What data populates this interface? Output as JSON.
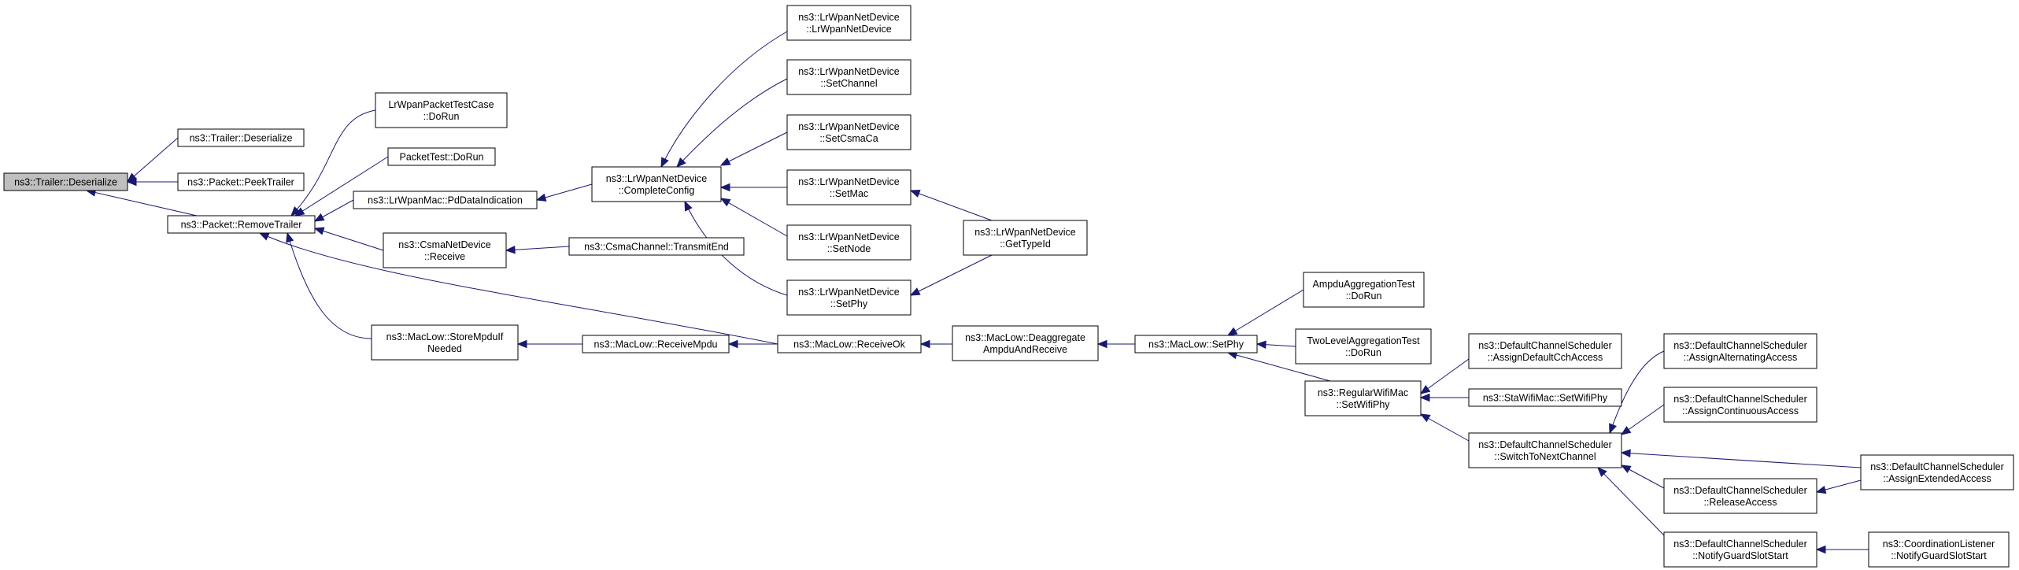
{
  "diagram": {
    "colors": {
      "edge": "#191970",
      "root_fill": "#bfbfbf",
      "node_fill": "#ffffff",
      "node_border": "#000000"
    },
    "nodes": [
      {
        "id": "n0",
        "lines": [
          "ns3::Trailer::Deserialize"
        ],
        "root": true
      },
      {
        "id": "n1",
        "lines": [
          "ns3::Trailer::Deserialize"
        ]
      },
      {
        "id": "n2",
        "lines": [
          "ns3::Packet::PeekTrailer"
        ]
      },
      {
        "id": "n3",
        "lines": [
          "ns3::Packet::RemoveTrailer"
        ]
      },
      {
        "id": "n4",
        "lines": [
          "LrWpanPacketTestCase",
          "::DoRun"
        ]
      },
      {
        "id": "n5",
        "lines": [
          "PacketTest::DoRun"
        ]
      },
      {
        "id": "n6",
        "lines": [
          "ns3::LrWpanMac::PdDataIndication"
        ]
      },
      {
        "id": "n7",
        "lines": [
          "ns3::CsmaNetDevice",
          "::Receive"
        ]
      },
      {
        "id": "n8",
        "lines": [
          "ns3::MacLow::StoreMpduIf",
          "Needed"
        ]
      },
      {
        "id": "n9",
        "lines": [
          "ns3::LrWpanNetDevice",
          "::CompleteConfig"
        ]
      },
      {
        "id": "n10",
        "lines": [
          "ns3::CsmaChannel::TransmitEnd"
        ]
      },
      {
        "id": "n11",
        "lines": [
          "ns3::MacLow::ReceiveMpdu"
        ]
      },
      {
        "id": "n12",
        "lines": [
          "ns3::LrWpanNetDevice",
          "::LrWpanNetDevice"
        ]
      },
      {
        "id": "n13",
        "lines": [
          "ns3::LrWpanNetDevice",
          "::SetChannel"
        ]
      },
      {
        "id": "n14",
        "lines": [
          "ns3::LrWpanNetDevice",
          "::SetCsmaCa"
        ]
      },
      {
        "id": "n15",
        "lines": [
          "ns3::LrWpanNetDevice",
          "::SetMac"
        ]
      },
      {
        "id": "n16",
        "lines": [
          "ns3::LrWpanNetDevice",
          "::SetNode"
        ]
      },
      {
        "id": "n17",
        "lines": [
          "ns3::LrWpanNetDevice",
          "::SetPhy"
        ]
      },
      {
        "id": "n18",
        "lines": [
          "ns3::MacLow::ReceiveOk"
        ]
      },
      {
        "id": "n19",
        "lines": [
          "ns3::LrWpanNetDevice",
          "::GetTypeId"
        ]
      },
      {
        "id": "n20",
        "lines": [
          "ns3::MacLow::Deaggregate",
          "AmpduAndReceive"
        ]
      },
      {
        "id": "n21",
        "lines": [
          "ns3::MacLow::SetPhy"
        ]
      },
      {
        "id": "n22",
        "lines": [
          "AmpduAggregationTest",
          "::DoRun"
        ]
      },
      {
        "id": "n23",
        "lines": [
          "TwoLevelAggregationTest",
          "::DoRun"
        ]
      },
      {
        "id": "n24",
        "lines": [
          "ns3::RegularWifiMac",
          "::SetWifiPhy"
        ]
      },
      {
        "id": "n25",
        "lines": [
          "ns3::DefaultChannelScheduler",
          "::AssignDefaultCchAccess"
        ]
      },
      {
        "id": "n26",
        "lines": [
          "ns3::StaWifiMac::SetWifiPhy"
        ]
      },
      {
        "id": "n27",
        "lines": [
          "ns3::DefaultChannelScheduler",
          "::SwitchToNextChannel"
        ]
      },
      {
        "id": "n28",
        "lines": [
          "ns3::DefaultChannelScheduler",
          "::AssignAlternatingAccess"
        ]
      },
      {
        "id": "n29",
        "lines": [
          "ns3::DefaultChannelScheduler",
          "::AssignContinuousAccess"
        ]
      },
      {
        "id": "n30",
        "lines": [
          "ns3::DefaultChannelScheduler",
          "::ReleaseAccess"
        ]
      },
      {
        "id": "n31",
        "lines": [
          "ns3::DefaultChannelScheduler",
          "::NotifyGuardSlotStart"
        ]
      },
      {
        "id": "n32",
        "lines": [
          "ns3::DefaultChannelScheduler",
          "::AssignExtendedAccess"
        ]
      },
      {
        "id": "n33",
        "lines": [
          "ns3::CoordinationListener",
          "::NotifyGuardSlotStart"
        ]
      }
    ],
    "edges": [
      {
        "from": "n1",
        "to": "n0"
      },
      {
        "from": "n2",
        "to": "n0"
      },
      {
        "from": "n3",
        "to": "n0"
      },
      {
        "from": "n4",
        "to": "n3"
      },
      {
        "from": "n5",
        "to": "n3"
      },
      {
        "from": "n6",
        "to": "n3"
      },
      {
        "from": "n7",
        "to": "n3"
      },
      {
        "from": "n8",
        "to": "n3"
      },
      {
        "from": "n18",
        "to": "n3"
      },
      {
        "from": "n9",
        "to": "n6"
      },
      {
        "from": "n10",
        "to": "n7"
      },
      {
        "from": "n11",
        "to": "n8"
      },
      {
        "from": "n18",
        "to": "n11"
      },
      {
        "from": "n12",
        "to": "n9"
      },
      {
        "from": "n13",
        "to": "n9"
      },
      {
        "from": "n14",
        "to": "n9"
      },
      {
        "from": "n15",
        "to": "n9"
      },
      {
        "from": "n16",
        "to": "n9"
      },
      {
        "from": "n17",
        "to": "n9"
      },
      {
        "from": "n19",
        "to": "n15"
      },
      {
        "from": "n19",
        "to": "n17"
      },
      {
        "from": "n20",
        "to": "n18"
      },
      {
        "from": "n21",
        "to": "n20"
      },
      {
        "from": "n22",
        "to": "n21"
      },
      {
        "from": "n23",
        "to": "n21"
      },
      {
        "from": "n24",
        "to": "n21"
      },
      {
        "from": "n25",
        "to": "n24"
      },
      {
        "from": "n26",
        "to": "n24"
      },
      {
        "from": "n27",
        "to": "n24"
      },
      {
        "from": "n28",
        "to": "n27"
      },
      {
        "from": "n29",
        "to": "n27"
      },
      {
        "from": "n30",
        "to": "n27"
      },
      {
        "from": "n31",
        "to": "n27"
      },
      {
        "from": "n32",
        "to": "n27"
      },
      {
        "from": "n32",
        "to": "n30"
      },
      {
        "from": "n33",
        "to": "n31"
      }
    ]
  }
}
